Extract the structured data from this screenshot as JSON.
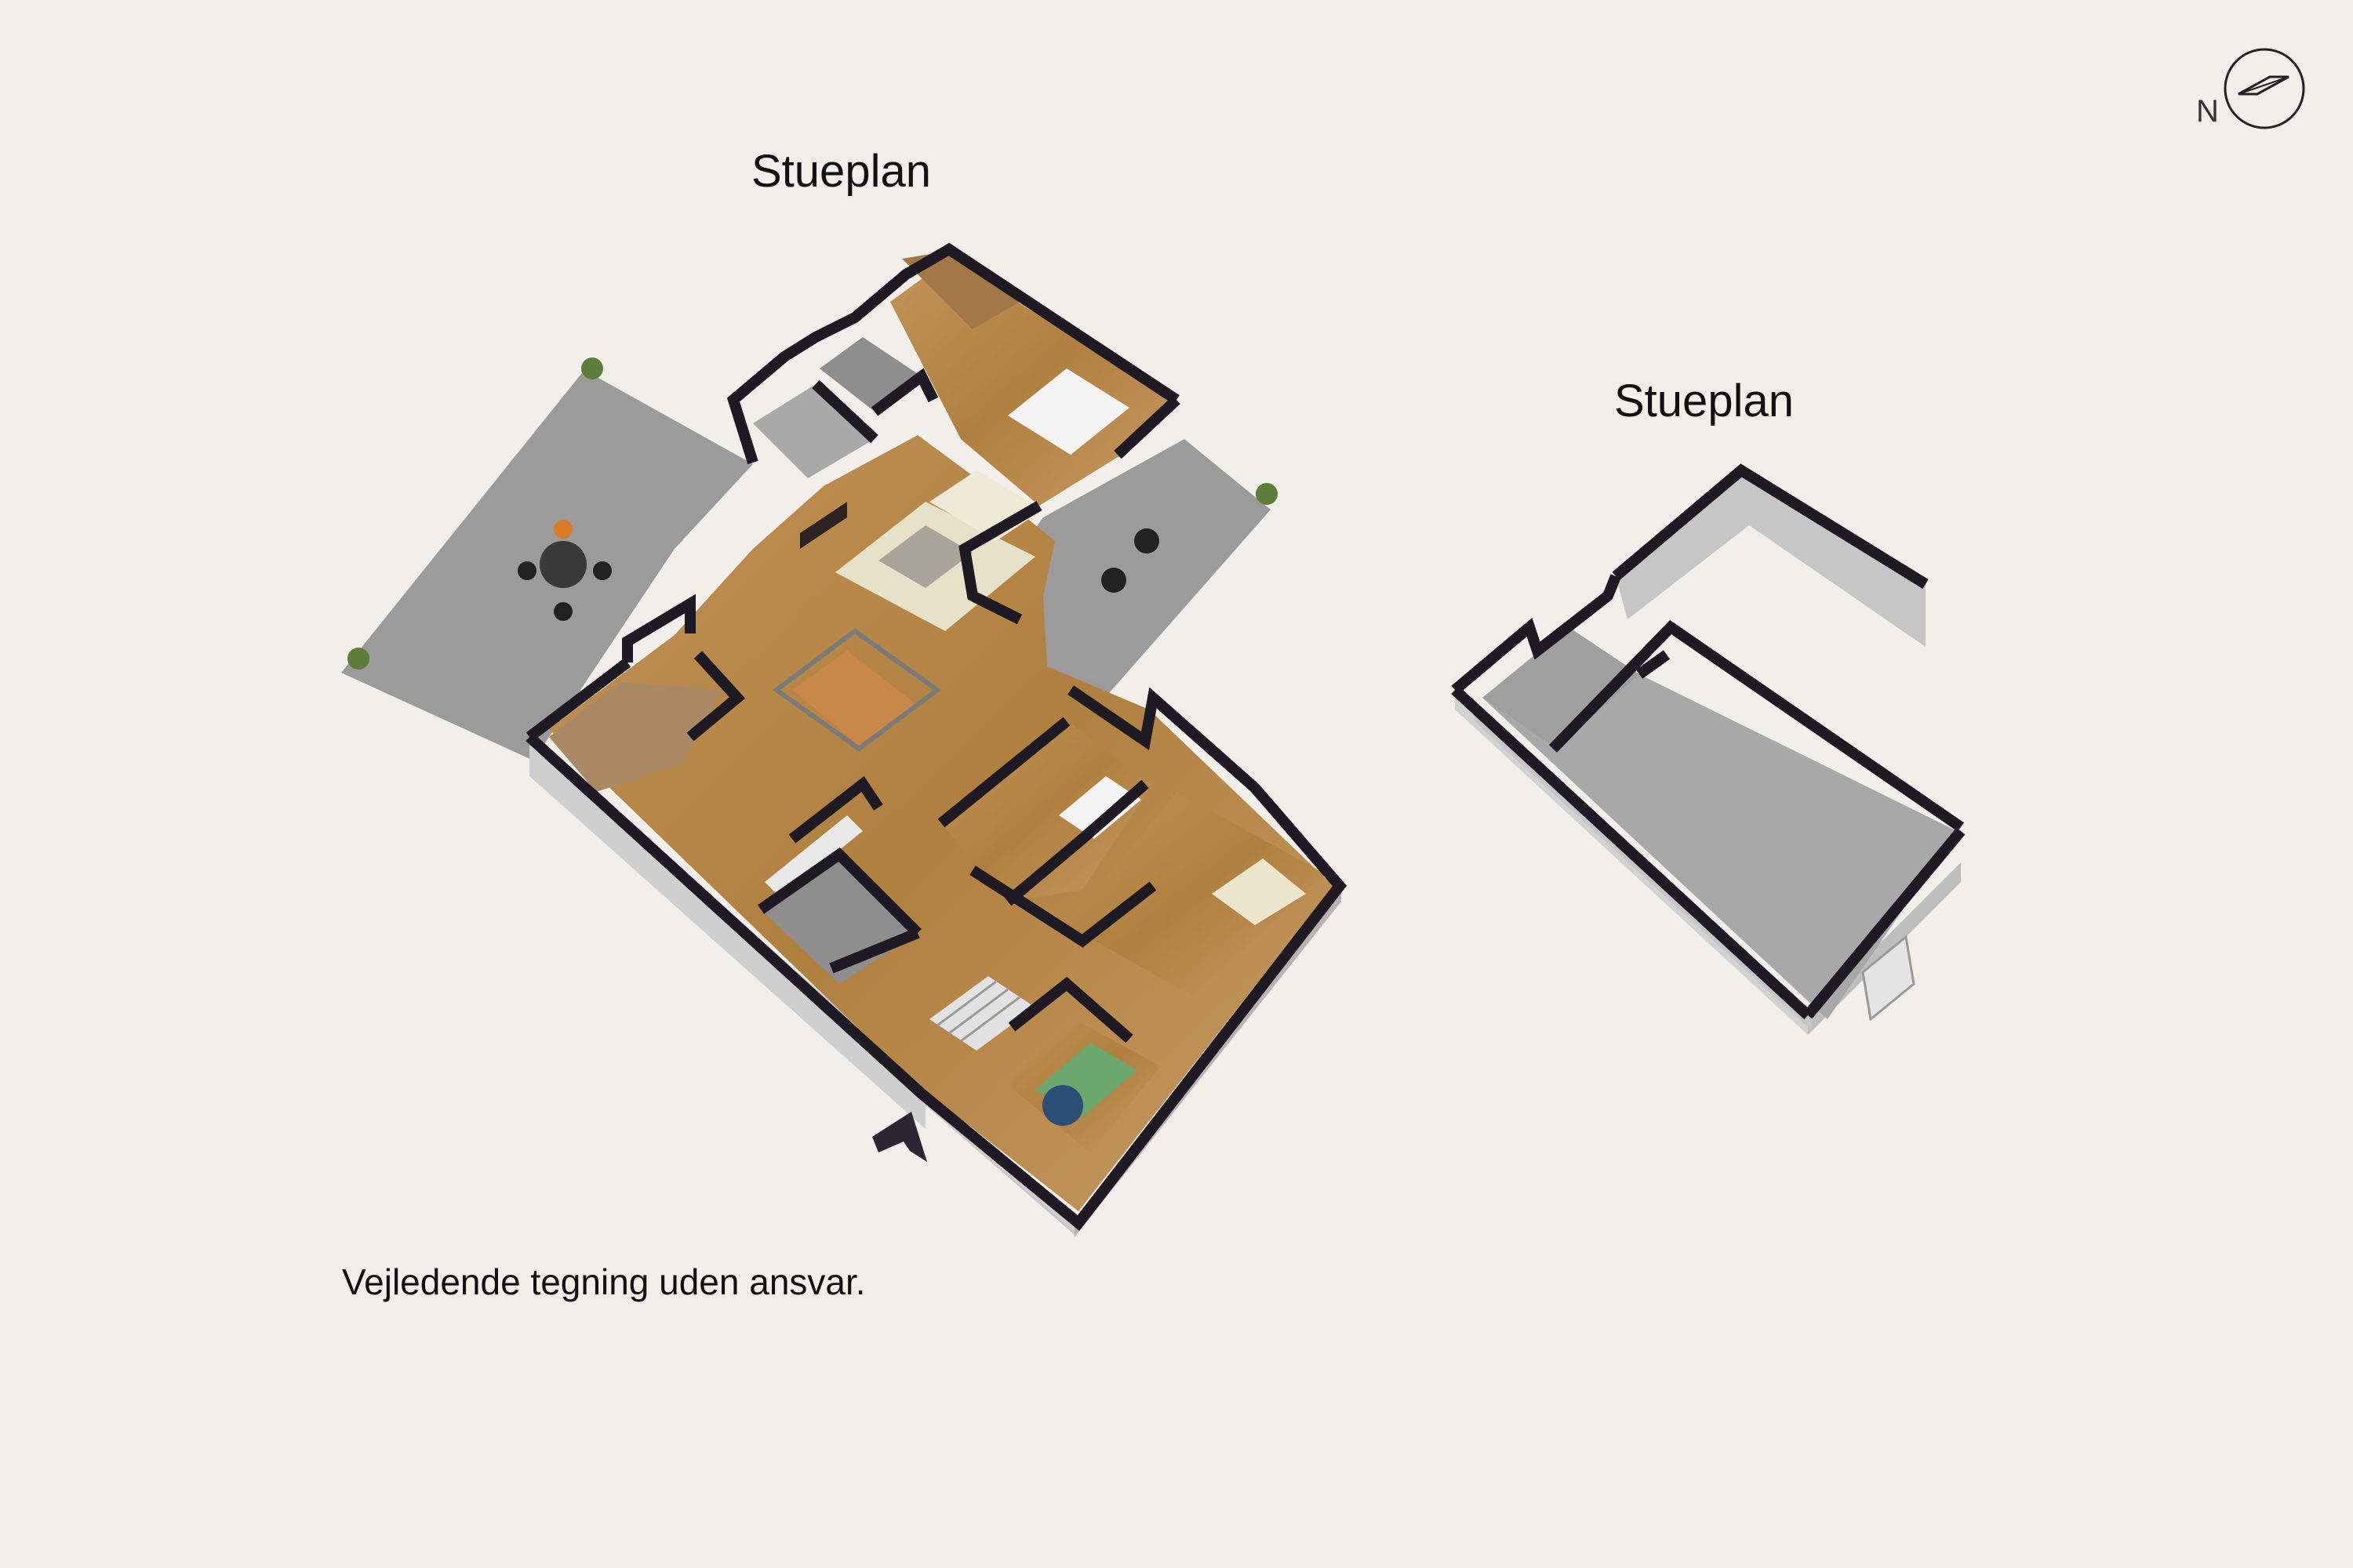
{
  "floor_labels": {
    "main_plan": "Stueplan",
    "garage_plan": "Stueplan"
  },
  "compass": {
    "north_letter": "N",
    "icon": "compass-icon"
  },
  "disclaimer": "Vejledende tegning uden ansvar.",
  "entrance_icon": "entrance-arrow-icon",
  "colors": {
    "background": "#f0efe9",
    "wall_top": "#1e1a24",
    "wall_side": "#c9c9c9",
    "wood_floor": "#b8874e",
    "terrace": "#9d9d9d",
    "garage_floor": "#a9a9a9",
    "tile_floor": "#8e8e8e"
  }
}
